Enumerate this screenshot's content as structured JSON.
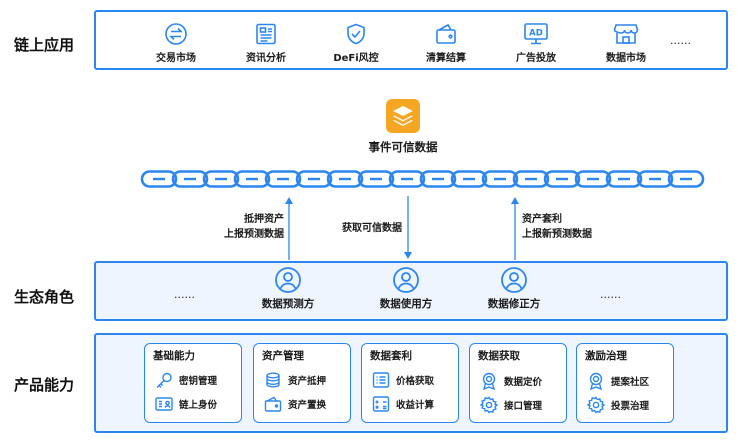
{
  "rows": {
    "onchain": "链上应用",
    "ecosystem": "生态角色",
    "product": "产品能力"
  },
  "apps": [
    {
      "label": "交易市场",
      "icon": "exchange-icon"
    },
    {
      "label": "资讯分析",
      "icon": "news-icon"
    },
    {
      "label": "DeFi风控",
      "icon": "shield-check-icon"
    },
    {
      "label": "清算结算",
      "icon": "wallet-icon"
    },
    {
      "label": "广告投放",
      "icon": "ad-icon"
    },
    {
      "label": "数据市场",
      "icon": "store-icon"
    }
  ],
  "apps_more": "......",
  "center": {
    "label": "事件可信数据",
    "icon": "layers-icon"
  },
  "flows": {
    "left_l1": "抵押资产",
    "left_l2": "上报预测数据",
    "middle": "获取可信数据",
    "right_l1": "资产套利",
    "right_l2": "上报新预测数据"
  },
  "roles": [
    {
      "label": "数据预测方",
      "icon": "user-icon"
    },
    {
      "label": "数据使用方",
      "icon": "user-icon"
    },
    {
      "label": "数据修正方",
      "icon": "user-icon"
    }
  ],
  "roles_more_left": "......",
  "roles_more_right": "......",
  "capabilities": [
    {
      "title": "基础能力",
      "items": [
        {
          "label": "密钥管理",
          "icon": "key-icon"
        },
        {
          "label": "链上身份",
          "icon": "id-card-icon"
        }
      ]
    },
    {
      "title": "资产管理",
      "items": [
        {
          "label": "资产抵押",
          "icon": "coins-icon"
        },
        {
          "label": "资产置换",
          "icon": "wallet-icon"
        }
      ]
    },
    {
      "title": "数据套利",
      "items": [
        {
          "label": "价格获取",
          "icon": "list-icon"
        },
        {
          "label": "收益计算",
          "icon": "calculator-icon"
        }
      ]
    },
    {
      "title": "数据获取",
      "items": [
        {
          "label": "数据定价",
          "icon": "medal-icon"
        },
        {
          "label": "接口管理",
          "icon": "gear-icon"
        }
      ]
    },
    {
      "title": "激励治理",
      "items": [
        {
          "label": "提案社区",
          "icon": "medal-icon"
        },
        {
          "label": "投票治理",
          "icon": "gear-icon"
        }
      ]
    }
  ],
  "colors": {
    "accent": "#2c86f0",
    "orange": "#f5a623",
    "band_fill": "#eef5ff"
  }
}
